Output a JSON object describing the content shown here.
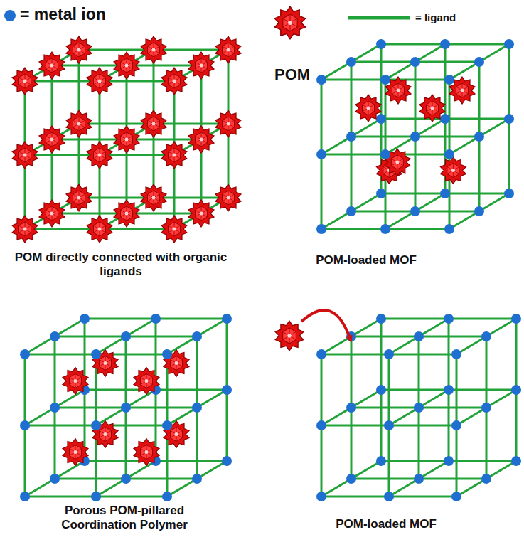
{
  "diagram": {
    "labels": [
      "POM directly connected with organic ligands",
      "POM-loaded MOF",
      "Porous POM-pillared Coordination Polymer",
      "POM-loaded MOF"
    ],
    "legend": [
      {
        "text": "= metal ion",
        "color": "#1f6fd1"
      },
      {
        "text": "POM"
      },
      {
        "text": "= ligand"
      }
    ]
  }
}
